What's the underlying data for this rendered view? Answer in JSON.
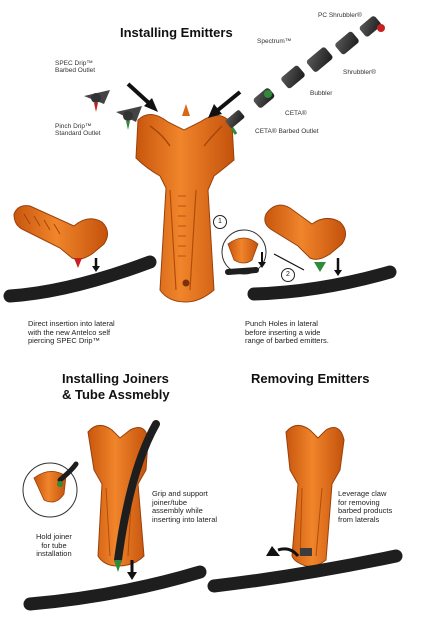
{
  "headings": {
    "installing_emitters": "Installing Emitters",
    "installing_joiners_line1": "Installing Joiners",
    "installing_joiners_line2": "& Tube Assmebly",
    "removing_emitters": "Removing Emitters"
  },
  "product_labels": {
    "pc_shrubbler": "PC Shrubbler®",
    "spectrum": "Spectrum™",
    "shrubbler": "Shrubbler®",
    "bubbler": "Bubbler",
    "ceta": "CETA®",
    "ceta_barbed": "CETA® Barbed Outlet",
    "spec_drip_line1": "SPEC Drip™",
    "spec_drip_line2": "Barbed Outlet",
    "pinch_drip_line1": "Pinch Drip™",
    "pinch_drip_line2": "Standard Outlet"
  },
  "step_numbers": {
    "one": "1",
    "two": "2"
  },
  "captions": {
    "direct_insertion": [
      "Direct insertion into lateral",
      "with the new Antelco self",
      "piercing SPEC Drip™"
    ],
    "punch_holes": [
      "Punch Holes in lateral",
      "before inserting a wide",
      "range of barbed emitters."
    ],
    "grip_support": [
      "Grip and support",
      "joiner/tube",
      "assembly while",
      "inserting into lateral"
    ],
    "hold_joiner": [
      "Hold joiner",
      "for tube",
      "installation"
    ],
    "leverage_claw": [
      "Leverage claw",
      "for removing",
      "barbed products",
      "from laterals"
    ]
  },
  "colors": {
    "tool": "#e8731c",
    "tool_dark": "#c45a10",
    "tube": "#1e1e1e",
    "emitter": "#3d3d3d",
    "green": "#2f8a3a",
    "red": "#c82020"
  }
}
